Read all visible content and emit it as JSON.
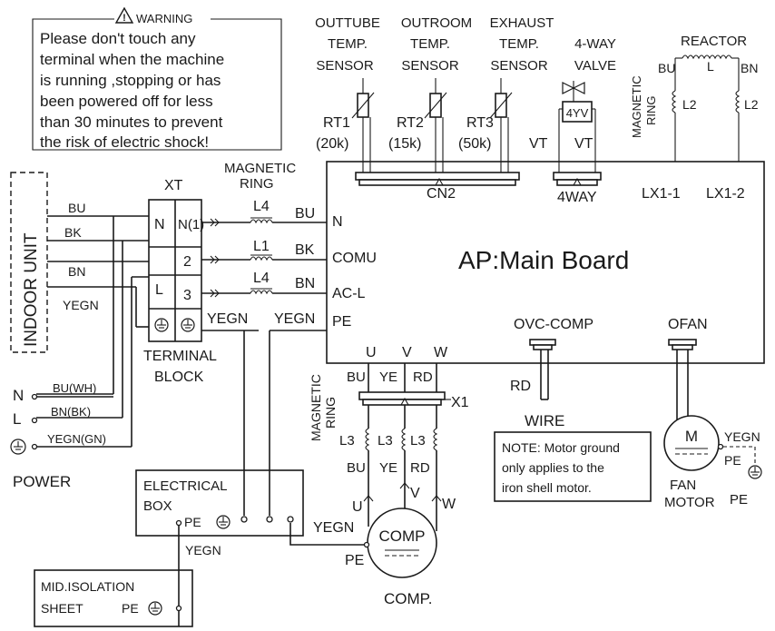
{
  "warning": {
    "title": "WARNING",
    "lines": [
      "Please don't touch any",
      "terminal when the machine",
      "is running ,stopping or has",
      "been powered off for less",
      "than 30 minutes to prevent",
      "the risk of electric shock!"
    ]
  },
  "sensors": {
    "outtube": [
      "OUTTUBE",
      "TEMP.",
      "SENSOR"
    ],
    "outroom": [
      "OUTROOM",
      "TEMP.",
      "SENSOR"
    ],
    "exhaust": [
      "EXHAUST",
      "TEMP.",
      "SENSOR"
    ],
    "rt1": "RT1",
    "rt1_val": "(20k)",
    "rt2": "RT2",
    "rt2_val": "(15k)",
    "rt3": "RT3",
    "rt3_val": "(50k)",
    "cn2": "CN2"
  },
  "valve": {
    "title": [
      "4-WAY",
      "VALVE"
    ],
    "coil": "4YV",
    "vt_left": "VT",
    "vt_right": "VT",
    "connector": "4WAY"
  },
  "reactor": {
    "title": "REACTOR",
    "bu": "BU",
    "bn": "BN",
    "l": "L",
    "l2_left": "L2",
    "l2_right": "L2",
    "ring": [
      "MAGNETIC",
      "RING"
    ]
  },
  "board": {
    "title": "AP:Main Board",
    "n": "N",
    "comu": "COMU",
    "acl": "AC-L",
    "pe": "PE",
    "lx1": "LX1-1",
    "lx2": "LX1-2",
    "u": "U",
    "v": "V",
    "w": "W",
    "ovc": "OVC-COMP",
    "ofan": "OFAN"
  },
  "indoor": {
    "title": "INDOOR UNIT",
    "bu": "BU",
    "bk": "BK",
    "bn": "BN",
    "yegn": "YEGN"
  },
  "terminal": {
    "xt": "XT",
    "n": "N",
    "n1": "N(1)",
    "t2": "2",
    "l": "L",
    "t3": "3",
    "block": [
      "TERMINAL",
      "BLOCK"
    ],
    "yegn": "YEGN"
  },
  "ring_in": {
    "title": [
      "MAGNETIC",
      "RING"
    ],
    "l4a": "L4",
    "l1": "L1",
    "l4b": "L4",
    "bu": "BU",
    "bk": "BK",
    "bn": "BN",
    "yegn": "YEGN"
  },
  "power": {
    "n": "N",
    "l": "L",
    "bu": "BU(WH)",
    "bk": "BN(BK)",
    "yegn": "YEGN(GN)",
    "label": "POWER"
  },
  "comp_ring": {
    "title": [
      "MAGNETIC",
      "RING"
    ],
    "bu_top": "BU",
    "ye_top": "YE",
    "rd_top": "RD",
    "x1": "X1",
    "l3a": "L3",
    "l3b": "L3",
    "l3c": "L3",
    "bu_bot": "BU",
    "ye_bot": "YE",
    "rd_bot": "RD",
    "u": "U",
    "v": "V",
    "w": "W",
    "comp": "COMP",
    "pe": "PE",
    "yegn": "YEGN",
    "label": "COMP."
  },
  "ovc": {
    "rd": "RD",
    "wire": "WIRE"
  },
  "note": {
    "lines": [
      "NOTE: Motor ground",
      "only applies to the",
      "iron shell motor."
    ]
  },
  "fan": {
    "m": "M",
    "yegn": "YEGN",
    "pe": "PE",
    "label1": "FAN",
    "label2": "MOTOR",
    "pe2": "PE"
  },
  "ebox": {
    "title": [
      "ELECTRICAL",
      "BOX"
    ],
    "pe": "PE",
    "yegn": "YEGN"
  },
  "isolation": {
    "lines": [
      "MID.ISOLATION",
      "SHEET"
    ],
    "pe": "PE"
  }
}
